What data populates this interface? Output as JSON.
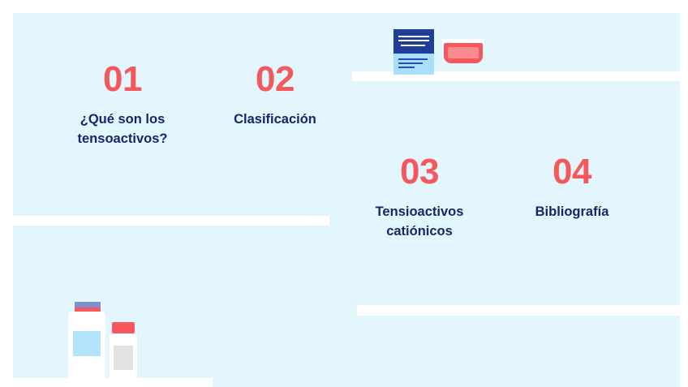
{
  "slide": {
    "background_color": "#e3f5fd",
    "frame_color": "#ffffff",
    "accent_number_color": "#f4585d",
    "title_color": "#15276b"
  },
  "agenda": {
    "items": [
      {
        "number": "01",
        "title": "¿Qué son los\ntensoactivos?"
      },
      {
        "number": "02",
        "title": "Clasificación"
      },
      {
        "number": "03",
        "title": "Tensioactivos\ncatiónicos"
      },
      {
        "number": "04",
        "title": "Bibliografía"
      }
    ]
  },
  "decorations": {
    "dividers": [
      {
        "name": "divider-top-right"
      },
      {
        "name": "divider-mid-left"
      },
      {
        "name": "divider-bottom-right"
      },
      {
        "name": "divider-bottom-left"
      }
    ],
    "illustrations": [
      {
        "name": "document-card-and-tray",
        "colors": {
          "card_top": "#1f3d9b",
          "card_bottom": "#a8e0fb",
          "tray": "#f4585d",
          "tray_inner": "#fb8b8e"
        }
      },
      {
        "name": "bottles",
        "colors": {
          "big_cap": "#7e8fd0",
          "big_band": "#f4585d",
          "big_label": "#b2e3fb",
          "small_cap": "#f4585d",
          "small_label": "#e2e2e4"
        }
      }
    ]
  }
}
